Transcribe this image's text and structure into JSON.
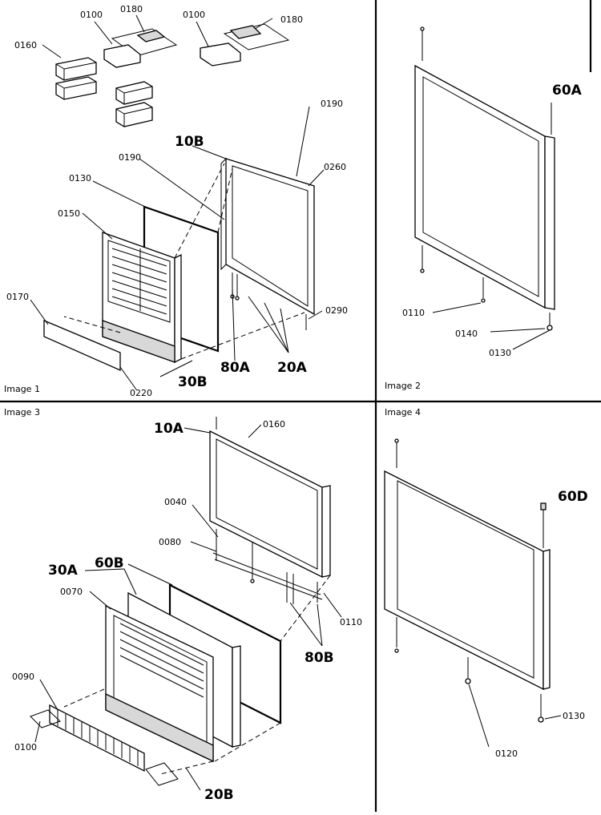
{
  "panels": [
    {
      "caption": "Image 1"
    },
    {
      "caption": "Image 2"
    },
    {
      "caption": "Image 3"
    },
    {
      "caption": "Image 4"
    }
  ],
  "labels": {
    "p1": {
      "0100_a": "0100",
      "0180_a": "0180",
      "0100_b": "0100",
      "0180_b": "0180",
      "0160": "0160",
      "0190_a": "0190",
      "10B": "10B",
      "0190_b": "0190",
      "0260": "0260",
      "0130": "0130",
      "0150": "0150",
      "0170": "0170",
      "0290": "0290",
      "80A": "80A",
      "20A": "20A",
      "30B": "30B",
      "0220": "0220"
    },
    "p2": {
      "60A": "60A",
      "0110": "0110",
      "0140": "0140",
      "0130": "0130"
    },
    "p3": {
      "10A": "10A",
      "0160": "0160",
      "0040": "0040",
      "0080": "0080",
      "60B": "60B",
      "30A": "30A",
      "0070": "0070",
      "0110": "0110",
      "80B": "80B",
      "0090": "0090",
      "0100": "0100",
      "20B": "20B"
    },
    "p4": {
      "60D": "60D",
      "0130": "0130",
      "0120": "0120"
    }
  }
}
